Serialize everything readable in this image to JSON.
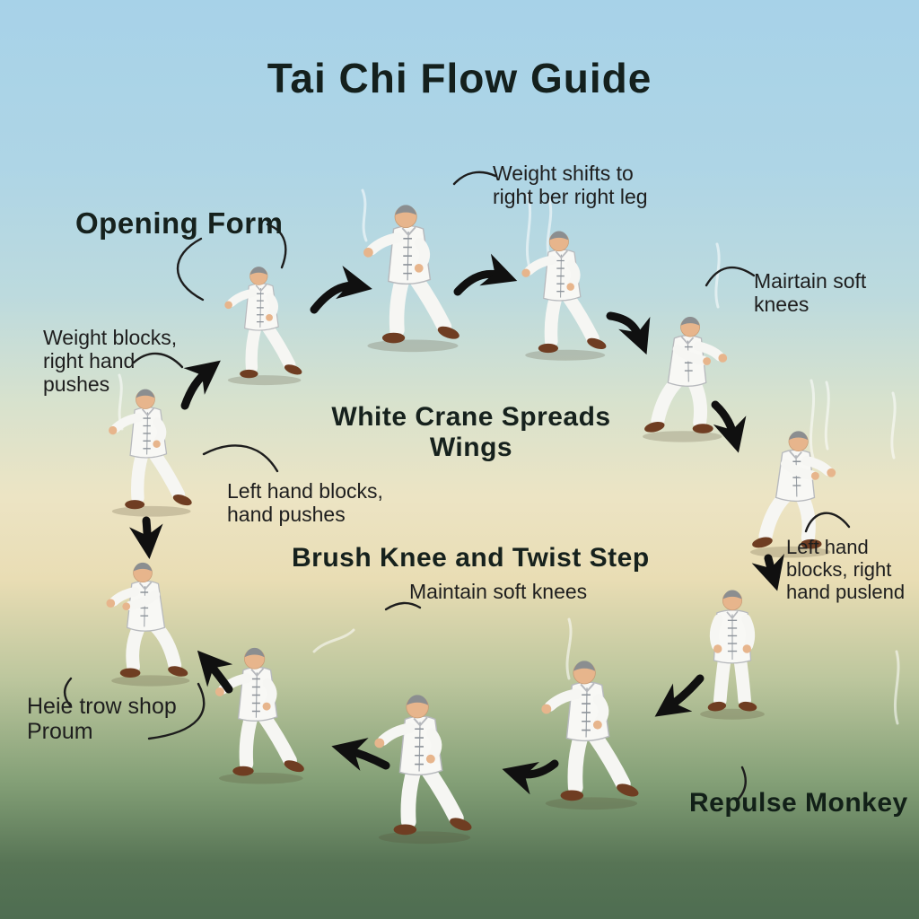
{
  "title": "Tai Chi Flow Guide",
  "sections": [
    {
      "id": "opening-form",
      "label": "Opening Form"
    },
    {
      "id": "white-crane",
      "label": "White Crane Spreads Wings"
    },
    {
      "id": "brush-knee",
      "label": "Brush Knee and Twist Step",
      "subtitle": "Maintain soft knees"
    },
    {
      "id": "repulse-monkey",
      "label": "Repulse Monkey"
    }
  ],
  "annotations": [
    {
      "id": "weight-shifts",
      "text": "Weight shifts to right ber right leg"
    },
    {
      "id": "maintain-soft-knees-upper",
      "text": "Mairtain soft knees"
    },
    {
      "id": "weight-blocks",
      "text": "Weight blocks, right hand pushes"
    },
    {
      "id": "left-hand-blocks-mid",
      "text": "Left hand blocks, hand pushes"
    },
    {
      "id": "left-hand-blocks-right",
      "text": "Left hand blocks, right hand puslend"
    },
    {
      "id": "heie-trow",
      "text": "Heie trow shop Proum"
    }
  ],
  "figures": [
    {
      "id": "fig-1",
      "step": "Opening Form",
      "pose": "bow-stance",
      "facing": "left"
    },
    {
      "id": "fig-2",
      "step": "Weight shifts to right ber right leg",
      "pose": "bow-stance",
      "facing": "left"
    },
    {
      "id": "fig-3",
      "step": "White Crane Spreads Wings",
      "pose": "bow-stance",
      "facing": "left"
    },
    {
      "id": "fig-4",
      "step": "Mairtain soft knees",
      "pose": "crouch",
      "facing": "right"
    },
    {
      "id": "fig-5",
      "step": "Left hand blocks, right hand puslend",
      "pose": "crouch",
      "facing": "right"
    },
    {
      "id": "fig-6",
      "step": "Weight blocks, right hand pushes",
      "pose": "bow-stance",
      "facing": "left"
    },
    {
      "id": "fig-7",
      "step": "Heie trow shop Proum",
      "pose": "crouch",
      "facing": "left"
    },
    {
      "id": "fig-8",
      "step": "Brush Knee and Twist Step",
      "pose": "bow-stance",
      "facing": "left"
    },
    {
      "id": "fig-9",
      "step": "Brush Knee and Twist Step",
      "pose": "bow-stance",
      "facing": "left"
    },
    {
      "id": "fig-10",
      "step": "Brush Knee and Twist Step",
      "pose": "bow-stance",
      "facing": "left"
    },
    {
      "id": "fig-11",
      "step": "Repulse Monkey",
      "pose": "standing",
      "facing": "front"
    }
  ],
  "colors": {
    "background_top": "#a7d2e8",
    "background_middle": "#ece4c4",
    "background_bottom": "#4e6d51",
    "heading_text": "#16211d",
    "body_text": "#1e1e1e",
    "arrow": "#101010",
    "uniform": "#f8f8f5",
    "skin": "#e7b58c",
    "hair": "#8b8e90",
    "shoes": "#6f3d22"
  }
}
